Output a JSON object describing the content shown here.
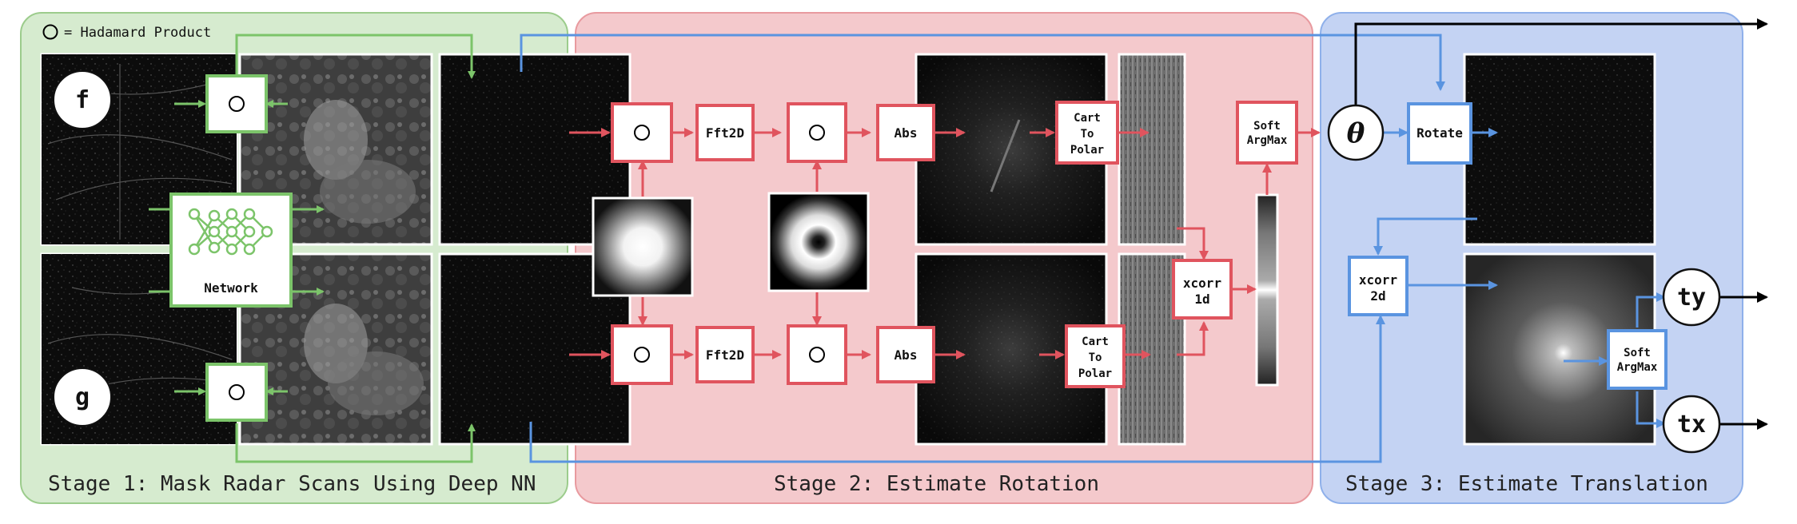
{
  "legend": {
    "text": "= Hadamard Product"
  },
  "stages": {
    "stage1": "Stage 1: Mask Radar Scans Using Deep NN",
    "stage2": "Stage 2: Estimate Rotation",
    "stage3": "Stage 3: Estimate Translation"
  },
  "inputs": {
    "f": "f",
    "g": "g"
  },
  "network": {
    "label": "Network"
  },
  "ops": {
    "fft_top": "Fft2D",
    "fft_bottom": "Fft2D",
    "abs_top": "Abs",
    "abs_bottom": "Abs",
    "cart_to_polar_top": [
      "Cart",
      "To",
      "Polar"
    ],
    "cart_to_polar_bottom": [
      "Cart",
      "To",
      "Polar"
    ],
    "xcorr1d": [
      "xcorr",
      "1d"
    ],
    "softargmax_rot": [
      "Soft",
      "ArgMax"
    ],
    "rotate": "Rotate",
    "xcorr2d": [
      "xcorr",
      "2d"
    ],
    "softargmax_trans": [
      "Soft",
      "ArgMax"
    ]
  },
  "outputs": {
    "theta": "θ",
    "ty": "ty",
    "tx": "tx"
  },
  "colors": {
    "stage1_bg": "#d6ebcf",
    "stage1_border": "#9ccc8c",
    "stage2_bg": "#f4c9cc",
    "stage2_border": "#e89a9f",
    "stage3_bg": "#c4d3f3",
    "stage3_border": "#8fb0ea",
    "green": "#7cc46a",
    "red": "#e0545e",
    "blue": "#5a94e0"
  }
}
